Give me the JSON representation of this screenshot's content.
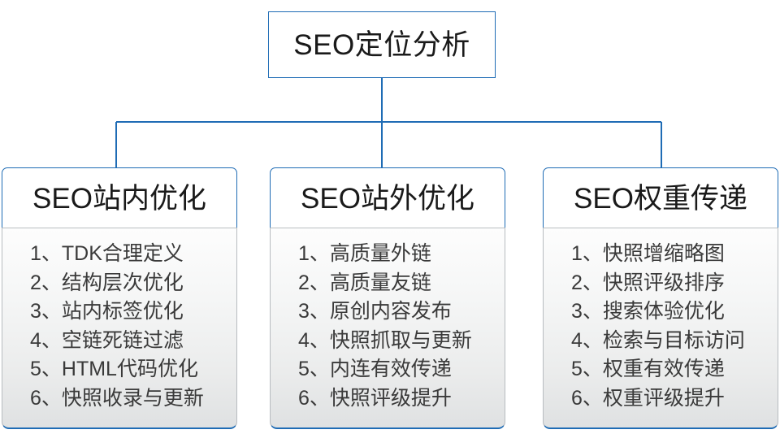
{
  "diagram": {
    "type": "org-chart",
    "accent_color": "#1f6cb5",
    "text_color": "#3a3a3a",
    "root": {
      "title": "SEO定位分析"
    },
    "columns": [
      {
        "header": "SEO站内优化",
        "items": [
          {
            "index": "1、",
            "text": "TDK合理定义"
          },
          {
            "index": "2、",
            "text": "结构层次优化"
          },
          {
            "index": "3、",
            "text": "站内标签优化"
          },
          {
            "index": "4、",
            "text": "空链死链过滤"
          },
          {
            "index": "5、",
            "text": "HTML代码优化"
          },
          {
            "index": "6、",
            "text": "快照收录与更新"
          }
        ]
      },
      {
        "header": "SEO站外优化",
        "items": [
          {
            "index": "1、",
            "text": "高质量外链"
          },
          {
            "index": "2、",
            "text": "高质量友链"
          },
          {
            "index": "3、",
            "text": "原创内容发布"
          },
          {
            "index": "4、",
            "text": "快照抓取与更新"
          },
          {
            "index": "5、",
            "text": "内连有效传递"
          },
          {
            "index": "6、",
            "text": "快照评级提升"
          }
        ]
      },
      {
        "header": "SEO权重传递",
        "items": [
          {
            "index": "1、",
            "text": "快照增缩略图"
          },
          {
            "index": "2、",
            "text": "快照评级排序"
          },
          {
            "index": "3、",
            "text": "搜索体验优化"
          },
          {
            "index": "4、",
            "text": "检索与目标访问"
          },
          {
            "index": "5、",
            "text": "权重有效传递"
          },
          {
            "index": "6、",
            "text": "权重评级提升"
          }
        ]
      }
    ]
  }
}
